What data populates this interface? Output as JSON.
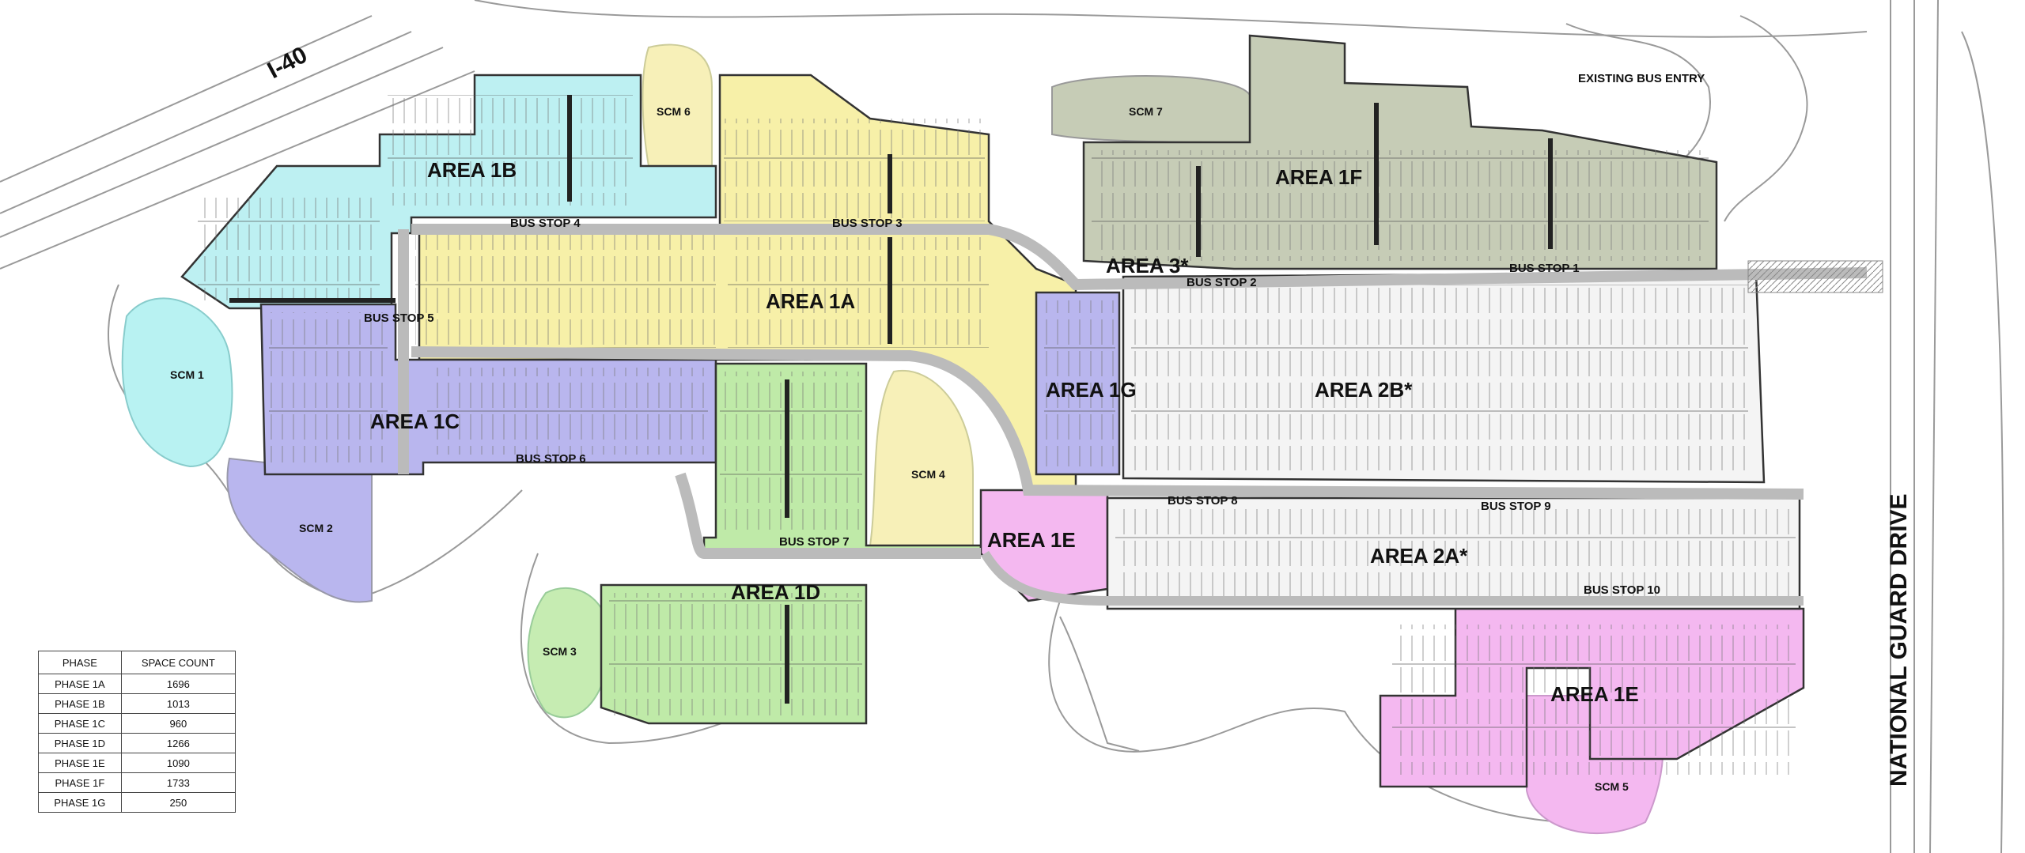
{
  "map": {
    "highway_label": "I-40",
    "road_label": "NATIONAL GUARD DRIVE",
    "existing_bus_entry": "EXISTING BUS ENTRY",
    "areas": [
      {
        "label": "AREA 1A",
        "color": "#f7f0a8"
      },
      {
        "label": "AREA 1B",
        "color": "#bdf0f2"
      },
      {
        "label": "AREA 1C",
        "color": "#b9b6ee"
      },
      {
        "label": "AREA 1D",
        "color": "#bfeaa8"
      },
      {
        "label": "AREA 1E",
        "color": "#f4b8f0"
      },
      {
        "label": "AREA 1E",
        "color": "#f4b8f0"
      },
      {
        "label": "AREA 1F",
        "color": "#c6ccb6"
      },
      {
        "label": "AREA 1G",
        "color": "#b9b6ee"
      },
      {
        "label": "AREA 2A*",
        "color": "#ffffff"
      },
      {
        "label": "AREA 2B*",
        "color": "#ffffff"
      },
      {
        "label": "AREA 3*",
        "color": "#ffffff"
      }
    ],
    "bus_stops": [
      "BUS STOP 1",
      "BUS STOP 2",
      "BUS STOP 3",
      "BUS STOP 4",
      "BUS STOP 5",
      "BUS STOP 6",
      "BUS STOP 7",
      "BUS STOP 8",
      "BUS STOP 9",
      "BUS STOP 10"
    ],
    "scms": [
      "SCM 1",
      "SCM 2",
      "SCM 3",
      "SCM 4",
      "SCM 5",
      "SCM 6",
      "SCM 7"
    ]
  },
  "legend": {
    "headers": [
      "PHASE",
      "SPACE COUNT"
    ],
    "rows": [
      {
        "phase": "PHASE 1A",
        "count": "1696"
      },
      {
        "phase": "PHASE 1B",
        "count": "1013"
      },
      {
        "phase": "PHASE 1C",
        "count": "960"
      },
      {
        "phase": "PHASE 1D",
        "count": "1266"
      },
      {
        "phase": "PHASE 1E",
        "count": "1090"
      },
      {
        "phase": "PHASE 1F",
        "count": "1733"
      },
      {
        "phase": "PHASE 1G",
        "count": "250"
      }
    ]
  }
}
